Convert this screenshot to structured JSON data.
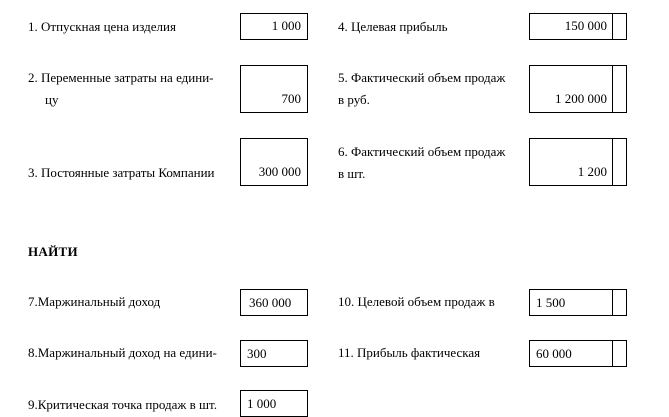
{
  "given": {
    "item1": {
      "label": "1.  Отпускная цена изделия",
      "value": "1 000"
    },
    "item2": {
      "label_line1": "2.  Переменные затраты на едини-",
      "label_line2": "цу",
      "value": "700"
    },
    "item3": {
      "label": "3.  Постоянные затраты Компании",
      "value": "300 000"
    },
    "item4": {
      "label": "4. Целевая прибыль",
      "value": "150 000"
    },
    "item5": {
      "label_line1": "5. Фактический объем продаж",
      "label_line2": "в руб.",
      "value": "1 200 000"
    },
    "item6": {
      "label_line1": "6. Фактический объем продаж",
      "label_line2": "в шт.",
      "value": "1 200"
    }
  },
  "find": {
    "heading": "НАЙТИ",
    "item7": {
      "label": "7.Маржинальный доход",
      "value": "360 000"
    },
    "item8": {
      "label": "8.Маржинальный доход на едини-",
      "value": "300"
    },
    "item9": {
      "label": "9.Критическая точка продаж в шт.",
      "value": "1 000"
    },
    "item10": {
      "label": "10. Целевой объем продаж в",
      "value": "1 500"
    },
    "item11": {
      "label": "11. Прибыль фактическая",
      "value": "60 000"
    }
  }
}
